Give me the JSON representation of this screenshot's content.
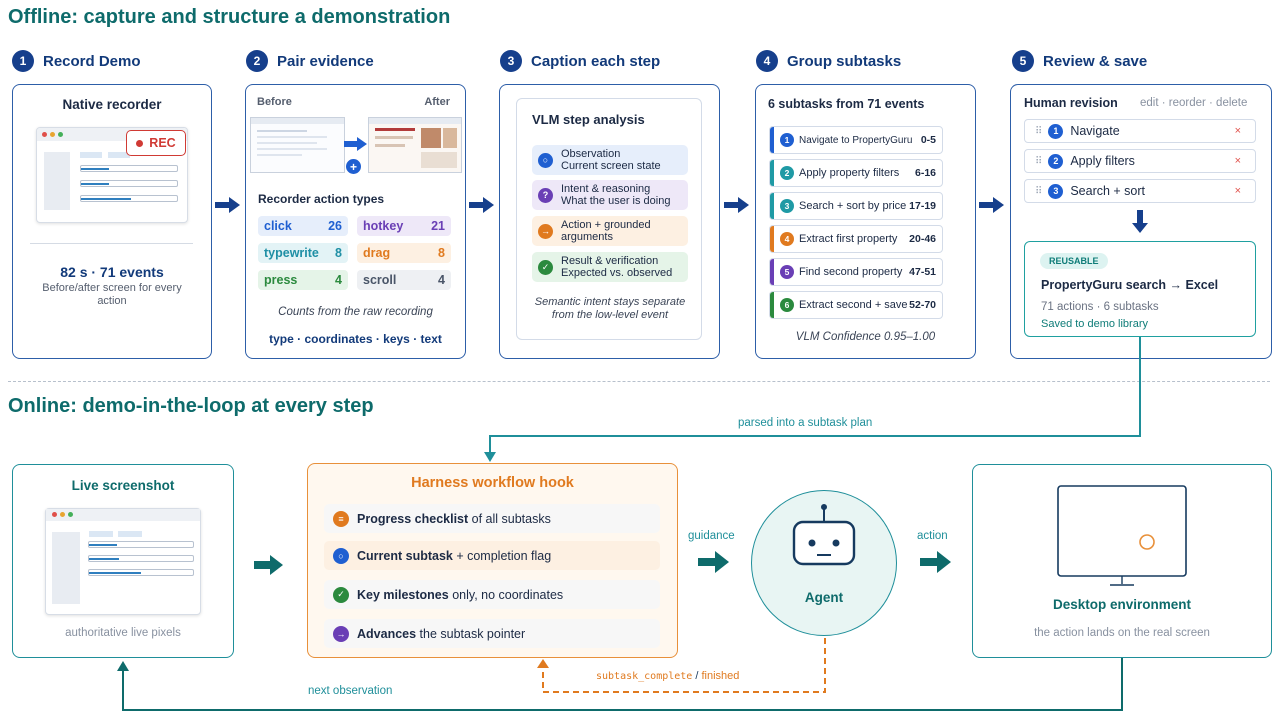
{
  "offline": {
    "title": "Offline: capture and structure a demonstration",
    "steps": [
      {
        "num": "1",
        "label": "Record Demo"
      },
      {
        "num": "2",
        "label": "Pair evidence"
      },
      {
        "num": "3",
        "label": "Caption each step"
      },
      {
        "num": "4",
        "label": "Group subtasks"
      },
      {
        "num": "5",
        "label": "Review & save"
      }
    ],
    "record": {
      "title": "Native recorder",
      "rec_label": "REC",
      "stats": "82 s  ·  71 events",
      "caption": "Before/after screen for every action"
    },
    "pair": {
      "before": "Before",
      "after": "After",
      "heading": "Recorder action types",
      "actions": [
        {
          "name": "click",
          "count": "26",
          "color": "#1f5fd1",
          "bg": "#e6eefb"
        },
        {
          "name": "hotkey",
          "count": "21",
          "color": "#6a3fb5",
          "bg": "#eee8f8"
        },
        {
          "name": "typewrite",
          "count": "8",
          "color": "#1f8fa5",
          "bg": "#e3f3f6"
        },
        {
          "name": "drag",
          "count": "8",
          "color": "#e07a1f",
          "bg": "#fdf0e2"
        },
        {
          "name": "press",
          "count": "4",
          "color": "#2b8a3e",
          "bg": "#e5f4e8"
        },
        {
          "name": "scroll",
          "count": "4",
          "color": "#4a5568",
          "bg": "#eef0f3"
        }
      ],
      "note": "Counts from the raw recording",
      "fields": "type · coordinates · keys · text"
    },
    "caption": {
      "title": "VLM step analysis",
      "rows": [
        {
          "line1": "Observation",
          "line2": "Current screen state",
          "color": "#1f5fd1",
          "bg": "#e6eefb",
          "glyph": "○"
        },
        {
          "line1": "Intent & reasoning",
          "line2": "What the user is doing",
          "color": "#6a3fb5",
          "bg": "#eee8f8",
          "glyph": "?"
        },
        {
          "line1": "Action + grounded",
          "line2": "arguments",
          "color": "#e07a1f",
          "bg": "#fdf0e2",
          "glyph": "→"
        },
        {
          "line1": "Result & verification",
          "line2": "Expected vs. observed",
          "color": "#2b8a3e",
          "bg": "#e5f4e8",
          "glyph": "✓"
        }
      ],
      "note": "Semantic intent stays separate from the low-level event"
    },
    "group": {
      "title": "6 subtasks from 71 events",
      "rows": [
        {
          "num": "1",
          "label": "Navigate to PropertyGuru",
          "range": "0-5",
          "color": "#1f5fd1"
        },
        {
          "num": "2",
          "label": "Apply property filters",
          "range": "6-16",
          "color": "#1f9aa5"
        },
        {
          "num": "3",
          "label": "Search + sort by price",
          "range": "17-19",
          "color": "#1f9aa5"
        },
        {
          "num": "4",
          "label": "Extract first property",
          "range": "20-46",
          "color": "#e07a1f"
        },
        {
          "num": "5",
          "label": "Find second property",
          "range": "47-51",
          "color": "#6a3fb5"
        },
        {
          "num": "6",
          "label": "Extract second + save",
          "range": "52-70",
          "color": "#2b8a3e"
        }
      ],
      "note": "VLM Confidence 0.95–1.00"
    },
    "review": {
      "title": "Human revision",
      "actions": "edit · reorder · delete",
      "rows": [
        {
          "num": "1",
          "label": "Navigate"
        },
        {
          "num": "2",
          "label": "Apply filters"
        },
        {
          "num": "3",
          "label": "Search + sort"
        }
      ],
      "delete_glyph": "×",
      "badge": "REUSABLE",
      "card_title": "PropertyGuru search → Excel",
      "card_stats": "71 actions  ·  6 subtasks",
      "card_saved": "Saved to demo library"
    }
  },
  "online": {
    "title": "Online: demo-in-the-loop at every step",
    "parsed_label": "parsed into a subtask plan",
    "live": {
      "title": "Live screenshot",
      "caption": "authoritative live pixels"
    },
    "hook": {
      "title": "Harness workflow hook",
      "rows": [
        {
          "bold": "Progress checklist",
          "rest": " of all subtasks",
          "color": "#e07a1f",
          "bg": "#f7f7f7",
          "glyph": "≡"
        },
        {
          "bold": "Current subtask",
          "rest": " + completion flag",
          "color": "#1f5fd1",
          "bg": "#fdf0e2",
          "glyph": "○"
        },
        {
          "bold": "Key milestones",
          "rest": " only, no coordinates",
          "color": "#2b8a3e",
          "bg": "#f7f7f7",
          "glyph": "✓"
        },
        {
          "bold": "Advances",
          "rest": " the subtask pointer",
          "color": "#6a3fb5",
          "bg": "#f7f7f7",
          "glyph": "→"
        }
      ]
    },
    "guidance_label": "guidance",
    "agent_label": "Agent",
    "action_label": "action",
    "desktop": {
      "title": "Desktop environment",
      "caption": "the action lands on the real screen"
    },
    "feedback_code": "subtask_complete",
    "feedback_sep": " / ",
    "feedback_text": "finished",
    "next_obs": "next observation"
  }
}
